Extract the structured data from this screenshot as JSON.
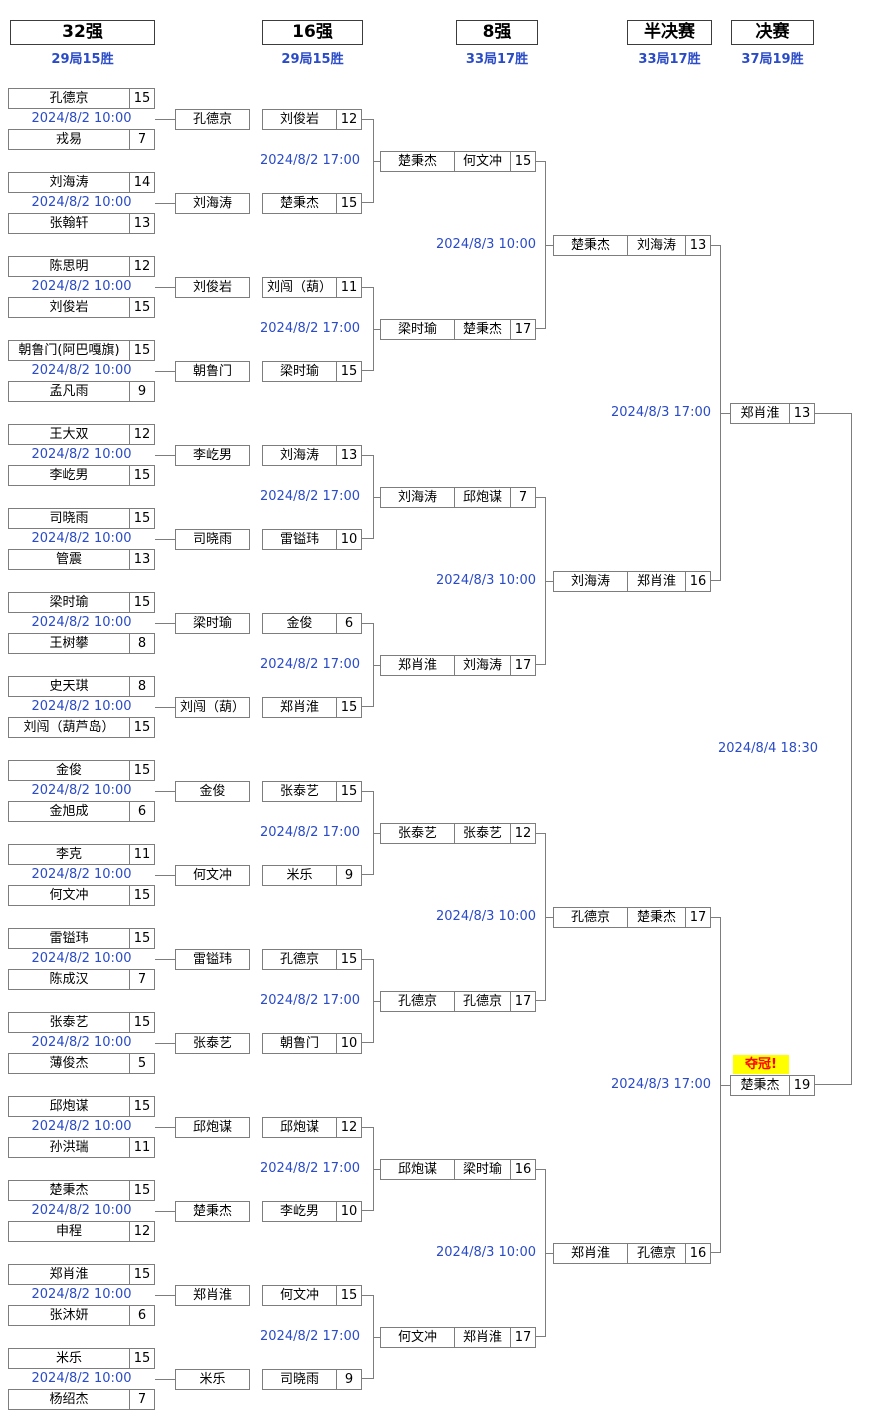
{
  "colors": {
    "accent_blue": "#2a4bc8",
    "line_gray": "#7d7d7d",
    "highlight_yellow": "#ffff00",
    "champion_red": "#ff0000"
  },
  "rounds": [
    {
      "title": "32强",
      "rule": "29局15胜"
    },
    {
      "title": "16强",
      "rule": "29局15胜"
    },
    {
      "title": "8强",
      "rule": "33局17胜"
    },
    {
      "title": "半决赛",
      "rule": "33局17胜"
    },
    {
      "title": "决赛",
      "rule": "37局19胜"
    }
  ],
  "times": {
    "r32": "2024/8/2 10:00",
    "r16": "2024/8/2 17:00",
    "qf": "2024/8/3 10:00",
    "sf": "2024/8/3 17:00",
    "final": "2024/8/4 18:30"
  },
  "r32": [
    {
      "p1": "孔德京",
      "s1": "15",
      "p2": "戎易",
      "s2": "7"
    },
    {
      "p1": "刘海涛",
      "s1": "14",
      "p2": "张翰轩",
      "s2": "13"
    },
    {
      "p1": "陈思明",
      "s1": "12",
      "p2": "刘俊岩",
      "s2": "15"
    },
    {
      "p1": "朝鲁门(阿巴嘎旗)",
      "s1": "15",
      "p2": "孟凡雨",
      "s2": "9"
    },
    {
      "p1": "王大双",
      "s1": "12",
      "p2": "李屹男",
      "s2": "15"
    },
    {
      "p1": "司晓雨",
      "s1": "15",
      "p2": "管震",
      "s2": "13"
    },
    {
      "p1": "梁时瑜",
      "s1": "15",
      "p2": "王树攀",
      "s2": "8"
    },
    {
      "p1": "史天琪",
      "s1": "8",
      "p2": "刘闯（葫芦岛）",
      "s2": "15"
    },
    {
      "p1": "金俊",
      "s1": "15",
      "p2": "金旭成",
      "s2": "6"
    },
    {
      "p1": "李克",
      "s1": "11",
      "p2": "何文冲",
      "s2": "15"
    },
    {
      "p1": "雷镒玮",
      "s1": "15",
      "p2": "陈成汉",
      "s2": "7"
    },
    {
      "p1": "张泰艺",
      "s1": "15",
      "p2": "薄俊杰",
      "s2": "5"
    },
    {
      "p1": "邱炮谋",
      "s1": "15",
      "p2": "孙洪瑞",
      "s2": "11"
    },
    {
      "p1": "楚秉杰",
      "s1": "15",
      "p2": "申程",
      "s2": "12"
    },
    {
      "p1": "郑肖淮",
      "s1": "15",
      "p2": "张沐妍",
      "s2": "6"
    },
    {
      "p1": "米乐",
      "s1": "15",
      "p2": "杨绍杰",
      "s2": "7"
    }
  ],
  "r16": [
    {
      "from": "孔德京",
      "player": "刘俊岩",
      "score": "12"
    },
    {
      "from": "刘海涛",
      "player": "楚秉杰",
      "score": "15"
    },
    {
      "from": "刘俊岩",
      "player": "刘闯（葫）",
      "score": "11"
    },
    {
      "from": "朝鲁门",
      "player": "梁时瑜",
      "score": "15"
    },
    {
      "from": "李屹男",
      "player": "刘海涛",
      "score": "13"
    },
    {
      "from": "司晓雨",
      "player": "雷镒玮",
      "score": "10"
    },
    {
      "from": "梁时瑜",
      "player": "金俊",
      "score": "6"
    },
    {
      "from": "刘闯（葫）",
      "player": "郑肖淮",
      "score": "15"
    },
    {
      "from": "金俊",
      "player": "张泰艺",
      "score": "15"
    },
    {
      "from": "何文冲",
      "player": "米乐",
      "score": "9"
    },
    {
      "from": "雷镒玮",
      "player": "孔德京",
      "score": "15"
    },
    {
      "from": "张泰艺",
      "player": "朝鲁门",
      "score": "10"
    },
    {
      "from": "邱炮谋",
      "player": "邱炮谋",
      "score": "12"
    },
    {
      "from": "楚秉杰",
      "player": "李屹男",
      "score": "10"
    },
    {
      "from": "郑肖淮",
      "player": "何文冲",
      "score": "15"
    },
    {
      "from": "米乐",
      "player": "司晓雨",
      "score": "9"
    }
  ],
  "qf": [
    {
      "from": "楚秉杰",
      "player": "何文冲",
      "score": "15"
    },
    {
      "from": "梁时瑜",
      "player": "楚秉杰",
      "score": "17"
    },
    {
      "from": "刘海涛",
      "player": "邱炮谋",
      "score": "7"
    },
    {
      "from": "郑肖淮",
      "player": "刘海涛",
      "score": "17"
    },
    {
      "from": "张泰艺",
      "player": "张泰艺",
      "score": "12"
    },
    {
      "from": "孔德京",
      "player": "孔德京",
      "score": "17"
    },
    {
      "from": "邱炮谋",
      "player": "梁时瑜",
      "score": "16"
    },
    {
      "from": "何文冲",
      "player": "郑肖淮",
      "score": "17"
    }
  ],
  "sf": [
    {
      "from": "楚秉杰",
      "player": "刘海涛",
      "score": "13"
    },
    {
      "from": "刘海涛",
      "player": "郑肖淮",
      "score": "16"
    },
    {
      "from": "孔德京",
      "player": "楚秉杰",
      "score": "17"
    },
    {
      "from": "郑肖淮",
      "player": "孔德京",
      "score": "16"
    }
  ],
  "final": [
    {
      "player": "郑肖淮",
      "score": "13"
    },
    {
      "player": "楚秉杰",
      "score": "19"
    }
  ],
  "champion_label": "夺冠!"
}
